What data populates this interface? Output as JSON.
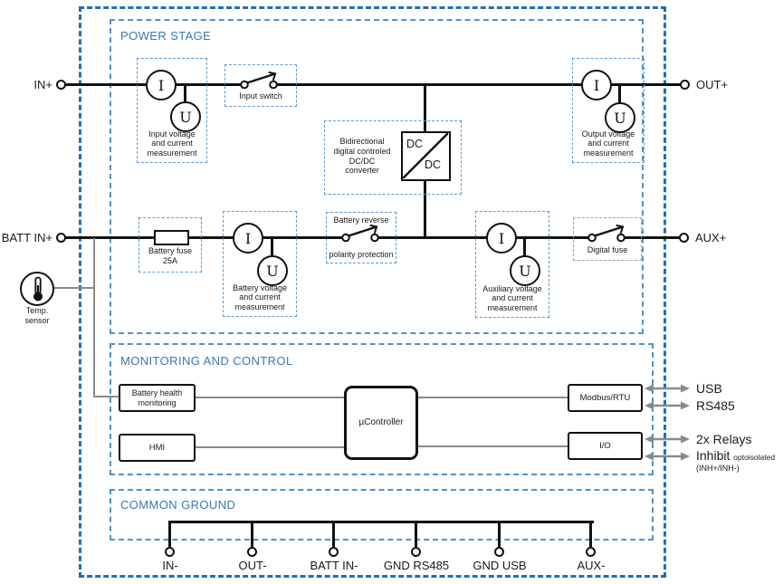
{
  "sections": {
    "power_stage": "POWER STAGE",
    "monitoring": "MONITORING AND CONTROL",
    "common_ground": "COMMON GROUND"
  },
  "meter": {
    "i": "I",
    "u": "U"
  },
  "terminals": {
    "in_plus": "IN+",
    "out_plus": "OUT+",
    "batt_in_plus": "BATT IN+",
    "aux_plus": "AUX+",
    "ground": [
      "IN-",
      "OUT-",
      "BATT IN-",
      "GND RS485",
      "GND USB",
      "AUX-"
    ]
  },
  "components": {
    "input_measure": {
      "lines": [
        "Input voltage",
        "and current",
        "measurement"
      ]
    },
    "input_switch": {
      "label": "Input switch"
    },
    "dcdc": {
      "lines": [
        "Bidirectional",
        "digital controled",
        "DC/DC",
        "converter"
      ],
      "box_top": "DC",
      "box_bottom": "DC"
    },
    "output_measure": {
      "lines": [
        "Output voltage",
        "and current",
        "measurement"
      ]
    },
    "battery_fuse": {
      "lines": [
        "Battery fuse",
        "25A"
      ]
    },
    "battery_measure": {
      "lines": [
        "Battery voltage",
        "and current",
        "measurement"
      ]
    },
    "battery_reverse": {
      "top": "Battery reverse",
      "bottom": "polarity protection"
    },
    "aux_measure": {
      "lines": [
        "Auxiliary voltage",
        "and current",
        "measurement"
      ]
    },
    "digital_fuse": {
      "label": "Digital fuse"
    },
    "temp_sensor": {
      "lines": [
        "Temp.",
        "sensor"
      ]
    }
  },
  "monitoring_blocks": {
    "battery_health": {
      "lines": [
        "Battery health",
        "monitoring"
      ]
    },
    "hmi": "HMI",
    "ucontroller": "µController",
    "modbus": "Modbus/RTU",
    "io": "I/O"
  },
  "interfaces": {
    "usb": "USB",
    "rs485": "RS485",
    "relays": "2x Relays",
    "inhibit": "Inhibit",
    "inhibit_note": "optoisolated",
    "inhibit_sub": "(INH+/INH-)"
  },
  "colors": {
    "outer_border": "#1d70b8",
    "section_border": "#4f93cc",
    "component_border": "#5b9bd5",
    "title": "#3779b5",
    "line": "#111111",
    "control_line": "#8a8a8a"
  }
}
